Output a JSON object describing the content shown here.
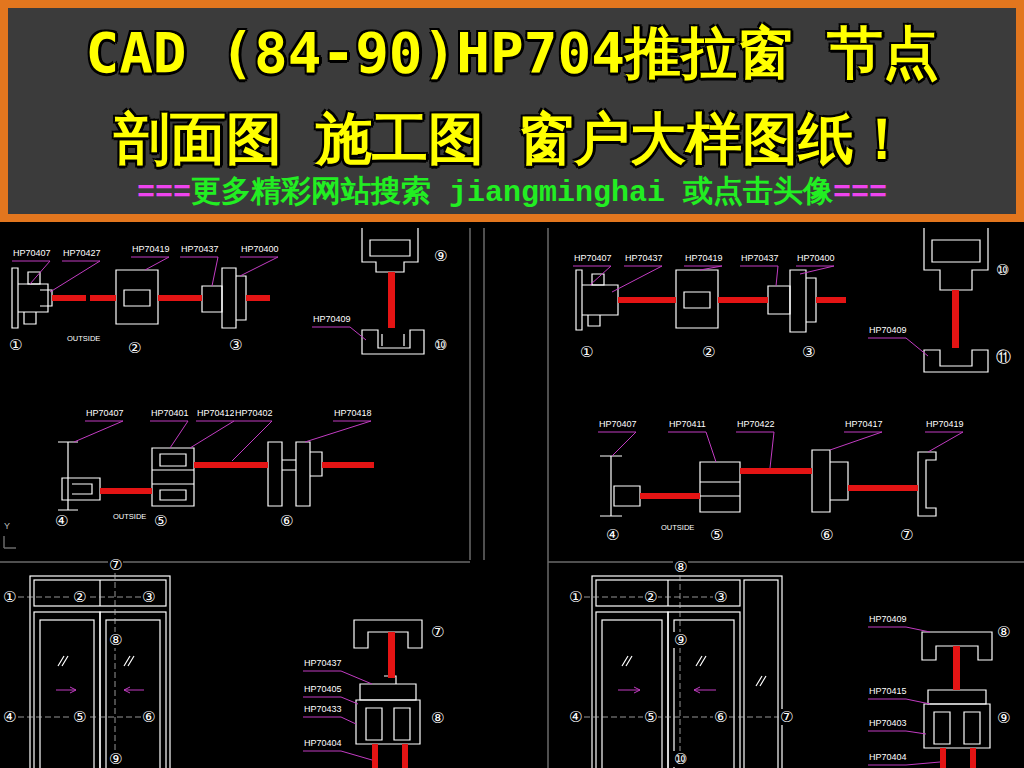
{
  "diagram": {
    "title": "CAD (84-90)HP704推拉窗 节点 剖面图 施工图 窗户大样图纸！",
    "labels": [
      "===",
      "更多精彩网站搜索 jiangminghai 或点击头像",
      "===",
      "HP70407",
      "HP70427",
      "HP70419",
      "HP70437",
      "HP70400",
      "①",
      "OUTSIDE",
      "②",
      "③",
      "⑨",
      "HP70409",
      "⑩",
      "HP70407",
      "HP70401",
      "HP70412",
      "HP70402",
      "HP70418",
      "④",
      "OUTSIDE",
      "⑤",
      "⑥",
      "Y",
      "⑦",
      "①",
      "②",
      "③",
      "⑧",
      "④",
      "⑤",
      "⑥",
      "⑨",
      "⑦",
      "HP70437",
      "HP70405",
      "HP70433",
      "⑧",
      "HP70404",
      "HP70407",
      "HP70437",
      "HP70419",
      "HP70437",
      "HP70400",
      "⑩",
      "HP70409",
      "①",
      "②",
      "③",
      "⑪",
      "HP70407",
      "HP70411",
      "HP70422",
      "HP70417",
      "HP70419",
      "④",
      "OUTSIDE",
      "⑤",
      "⑥",
      "⑦",
      "⑧",
      "①",
      "②",
      "③",
      "⑨",
      "④",
      "⑤",
      "⑥",
      "⑦",
      "⑩",
      "HP70409",
      "⑧",
      "HP70415",
      "⑨",
      "HP70403",
      "HP70404"
    ]
  }
}
